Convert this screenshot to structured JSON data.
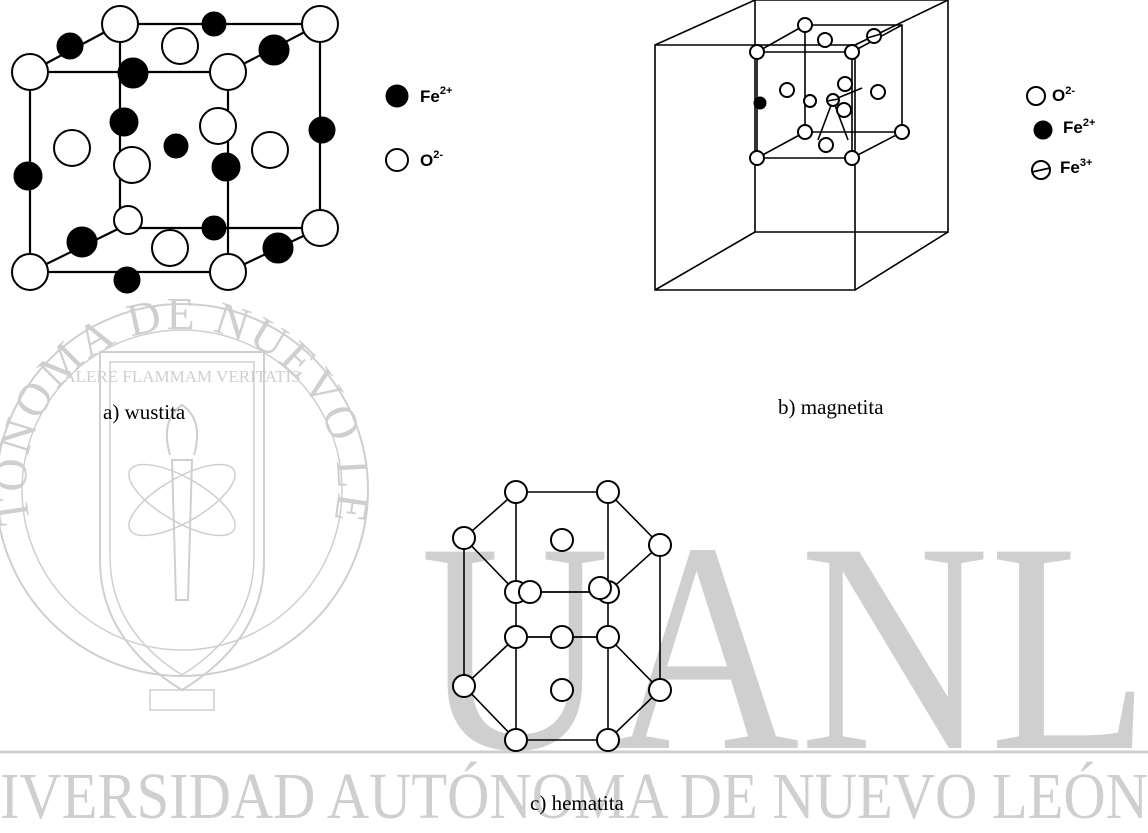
{
  "watermark": {
    "seal_arc_text": "AUTONOMA DE NUEVO LEON",
    "seal_motto": "ALERE FLAMMAM VERITATIS",
    "big_letters": "UANL",
    "bottom_text": "IVERSIDAD AUTÓNOMA DE NUEVO LEÓN"
  },
  "panels": {
    "wustita": {
      "caption": "a) wustita",
      "legend": [
        {
          "symbol": "filled-circle",
          "label": "Fe",
          "charge": "2+"
        },
        {
          "symbol": "open-circle",
          "label": "O",
          "charge": "2-"
        }
      ]
    },
    "magnetita": {
      "caption": "b) magnetita",
      "legend": [
        {
          "symbol": "open-circle",
          "label": "O",
          "charge": "2-"
        },
        {
          "symbol": "filled-circle",
          "label": "Fe",
          "charge": "2+"
        },
        {
          "symbol": "barred-circle",
          "label": "Fe",
          "charge": "3+"
        }
      ]
    },
    "hematita": {
      "caption": "c) hematita"
    }
  },
  "colors": {
    "watermark": "#cfcfcf",
    "ink": "#000000",
    "background": "#ffffff"
  }
}
